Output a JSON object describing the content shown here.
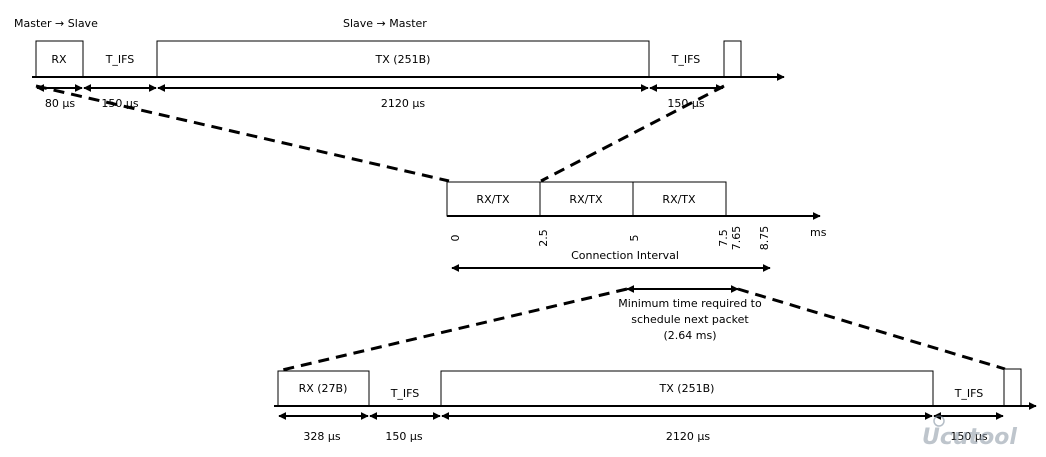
{
  "top": {
    "dir_left": "Master → Slave",
    "dir_right": "Slave → Master",
    "segments": [
      "RX",
      "T_IFS",
      "TX (251B)",
      "T_IFS"
    ],
    "durations": [
      "80 µs",
      "150 µs",
      "2120 µs",
      "150 µs"
    ]
  },
  "middle": {
    "slots": [
      "RX/TX",
      "RX/TX",
      "RX/TX"
    ],
    "ticks": [
      "0",
      "2.5",
      "5",
      "7.5",
      "7.65",
      "8.75"
    ],
    "unit": "ms",
    "connection_interval": "Connection Interval",
    "min_time_line1": "Minimum time required to",
    "min_time_line2": "schedule next packet",
    "min_time_line3": "(2.64 ms)"
  },
  "bottom": {
    "segments": [
      "RX (27B)",
      "T_IFS",
      "TX (251B)",
      "T_IFS"
    ],
    "durations": [
      "328 µs",
      "150 µs",
      "2120 µs",
      "150 µs"
    ]
  },
  "watermark": "Ucutool"
}
